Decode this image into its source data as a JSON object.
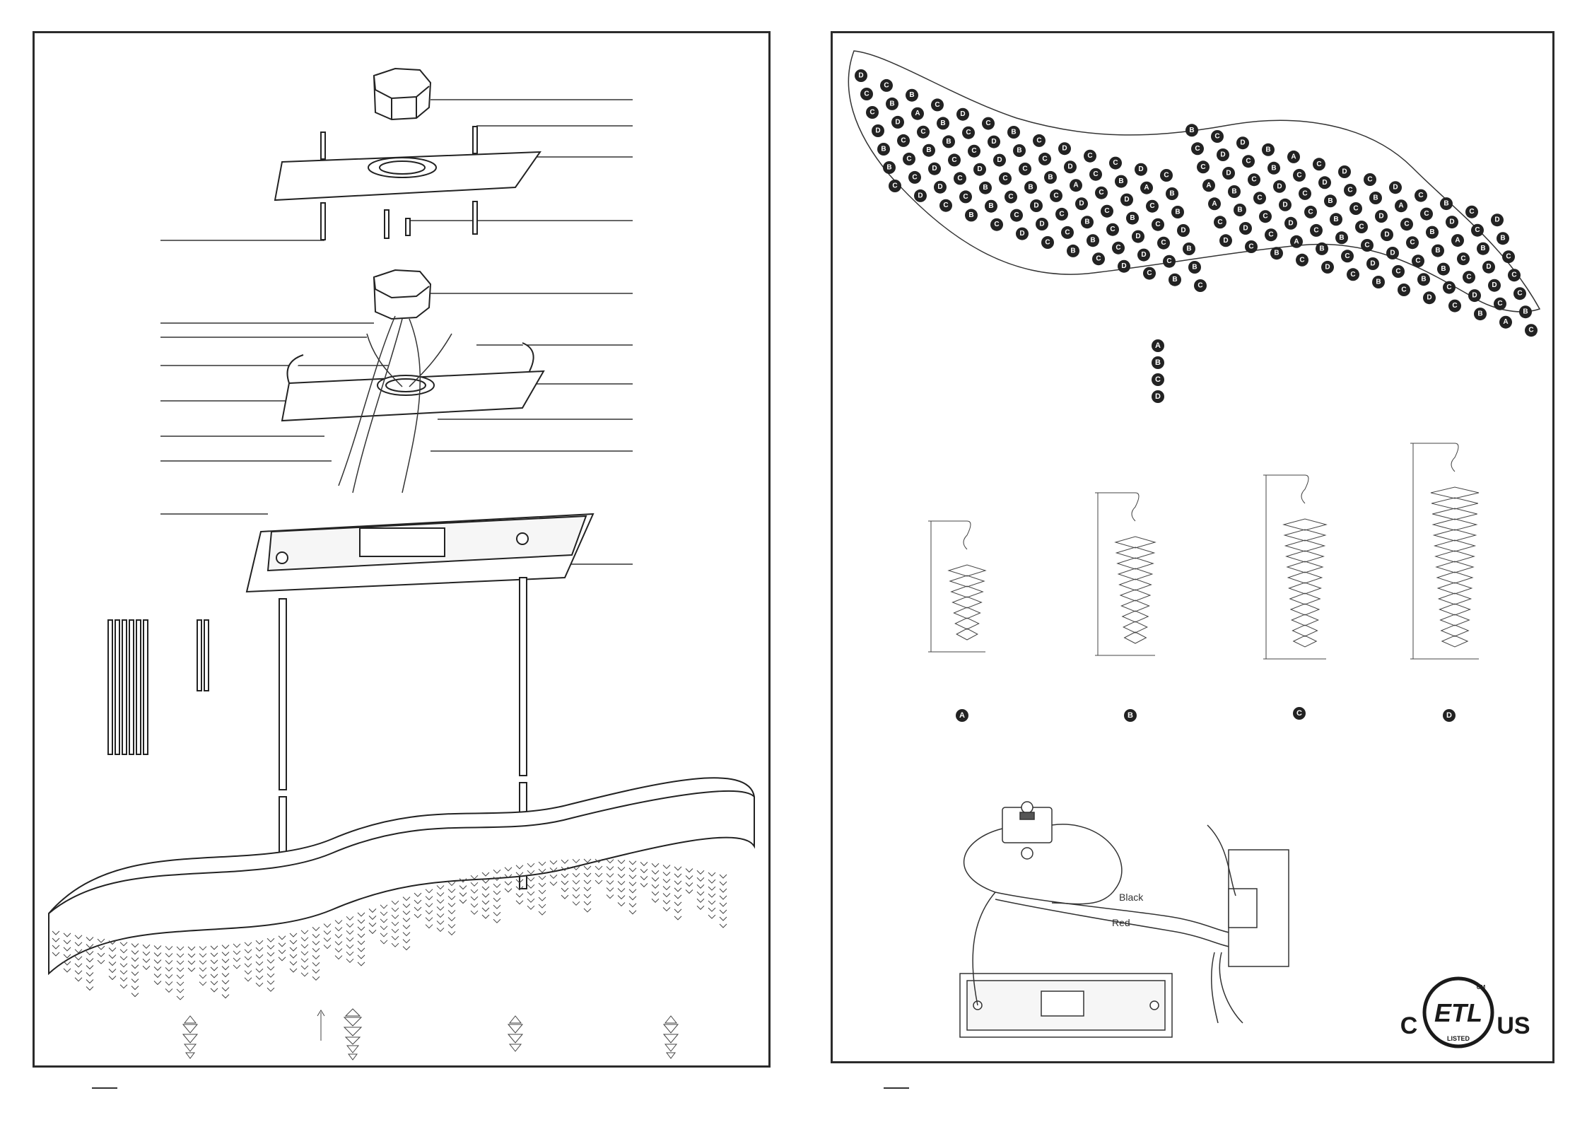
{
  "wiring": {
    "black_label": "Black",
    "red_label": "Red"
  },
  "strand_labels": [
    "A",
    "B",
    "C",
    "D"
  ],
  "legend": [
    "A",
    "B",
    "C",
    "D"
  ],
  "certification": {
    "left": "C",
    "right": "US",
    "mark": "ETL",
    "sub": "LISTED",
    "cm": "CM"
  },
  "pattern_beads": [
    "D",
    "C",
    "B",
    "C",
    "D",
    "C",
    "B",
    "C",
    "D",
    "C",
    "C",
    "D",
    "C",
    "B",
    "C",
    "D",
    "B",
    "A",
    "C",
    "D",
    "C",
    "D",
    "C",
    "B",
    "C",
    "D",
    "C",
    "B",
    "A",
    "B",
    "C",
    "D",
    "B",
    "C",
    "D",
    "C",
    "B",
    "A",
    "B",
    "C",
    "D",
    "C",
    "B",
    "C",
    "D",
    "C",
    "B",
    "A",
    "C",
    "D",
    "C",
    "B",
    "C",
    "D",
    "C",
    "B",
    "C",
    "D",
    "C",
    "B",
    "A",
    "C",
    "D",
    "C",
    "B",
    "C",
    "D",
    "C",
    "D",
    "C",
    "B",
    "C",
    "D",
    "C",
    "B",
    "A",
    "B",
    "C",
    "D",
    "C",
    "B",
    "C",
    "D",
    "C",
    "B",
    "C",
    "D",
    "C",
    "B",
    "C",
    "D",
    "A",
    "B",
    "C",
    "D",
    "C",
    "B",
    "C",
    "D",
    "C",
    "B",
    "C",
    "D",
    "C",
    "B",
    "C",
    "D",
    "C",
    "B",
    "C",
    "D",
    "C",
    "B",
    "C",
    "D",
    "C",
    "B",
    "A",
    "B",
    "C",
    "D",
    "C",
    "B",
    "C",
    "D",
    "C",
    "B",
    "C",
    "D",
    "C",
    "B",
    "C",
    "D",
    "C",
    "B",
    "C",
    "D",
    "C",
    "B",
    "C",
    "D",
    "C",
    "B",
    "C",
    "D",
    "C",
    "A",
    "B",
    "C",
    "D",
    "C",
    "B",
    "C",
    "D",
    "C",
    "B",
    "C",
    "D",
    "C",
    "B",
    "C",
    "D",
    "C",
    "B",
    "C",
    "D",
    "C",
    "B",
    "C",
    "D",
    "C",
    "B",
    "C",
    "D",
    "C",
    "B",
    "C",
    "D",
    "C",
    "B",
    "A",
    "C"
  ]
}
